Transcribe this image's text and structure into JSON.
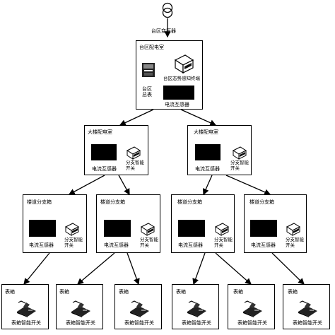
{
  "transformer": {
    "label": "台区变压器"
  },
  "distribution_room": {
    "title": "台区配电室",
    "meter_label": "台区\n总表",
    "terminal_label": "台区态势感知终端",
    "ct_label": "电流互感器"
  },
  "building_rooms": [
    {
      "title": "大楼配电室",
      "ct_label": "电流互感器",
      "switch_label": "分支智能\n开关"
    },
    {
      "title": "大楼配电室",
      "ct_label": "电流互感器",
      "switch_label": "分支智能\n开关"
    }
  ],
  "branch_boxes": [
    {
      "title": "楼道分支箱",
      "ct_label": "电流互感器",
      "switch_label": "分支智能\n开关"
    },
    {
      "title": "楼道分支箱",
      "ct_label": "电流互感器",
      "switch_label": "分支智能\n开关"
    },
    {
      "title": "楼道分支箱",
      "ct_label": "电流互感器",
      "switch_label": "分支智能\n开关"
    },
    {
      "title": "楼道分支箱",
      "ct_label": "电流互感器",
      "switch_label": "分支智能\n开关"
    }
  ],
  "meter_boxes": [
    {
      "title": "表箱",
      "switch_label": "表箱智能开关"
    },
    {
      "title": "表箱",
      "switch_label": "表箱智能开关"
    },
    {
      "title": "表箱",
      "switch_label": "表箱智能开关"
    },
    {
      "title": "表箱",
      "switch_label": "表箱智能开关"
    },
    {
      "title": "表箱",
      "switch_label": "表箱智能开关"
    },
    {
      "title": "表箱",
      "switch_label": "表箱智能开关"
    }
  ],
  "icons": {
    "transformer": "transformer-icon",
    "meter": "electricity-meter-icon",
    "terminal": "sensing-terminal-icon",
    "branch_switch": "branch-switch-icon",
    "meter_switch": "meter-box-switch-icon"
  },
  "colors": {
    "line": "#000000",
    "background": "#ffffff"
  }
}
